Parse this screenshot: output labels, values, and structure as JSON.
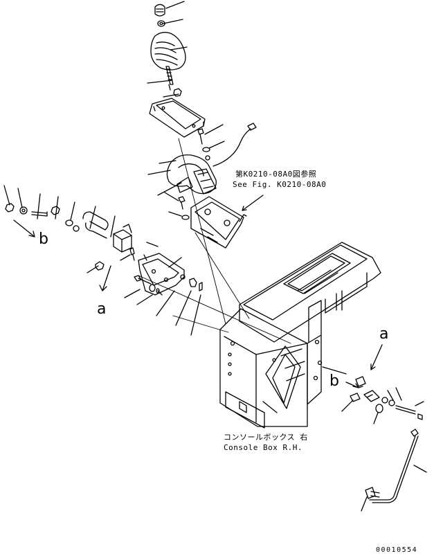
{
  "reference": {
    "jp": "第K0210-08A0図参照",
    "en": "See Fig. K0210-08A0"
  },
  "caption": {
    "jp": "コンソールボックス 右",
    "en": "Console Box R.H."
  },
  "pointers": {
    "left_a": "a",
    "left_b": "b",
    "right_a": "a",
    "right_b": "b"
  },
  "drawing_number": "00010554"
}
